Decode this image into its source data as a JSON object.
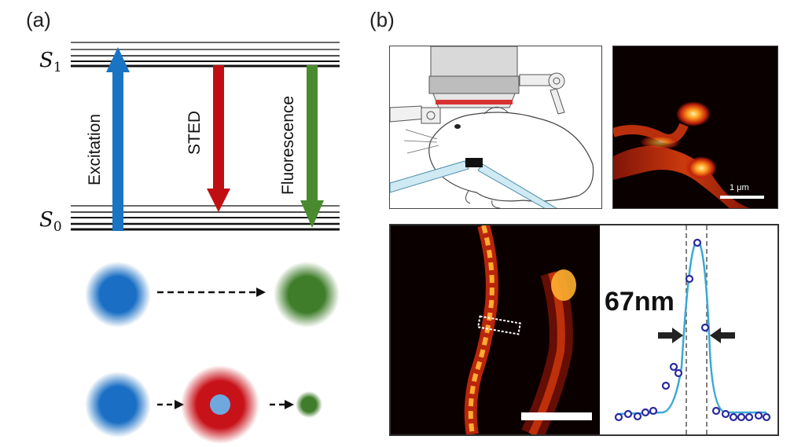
{
  "panels": {
    "a_label": "(a)",
    "b_label": "(b)"
  },
  "energy_levels": {
    "s1_symbol": "S",
    "s1_subscript": "1",
    "s0_symbol": "S",
    "s0_subscript": "0"
  },
  "transitions": [
    {
      "name": "excitation",
      "label": "Excitation",
      "color": "#1a74c4",
      "direction": "up"
    },
    {
      "name": "sted",
      "label": "STED",
      "color": "#c00f12",
      "direction": "down"
    },
    {
      "name": "fluorescence",
      "label": "Fluorescence",
      "color": "#4a8a2e",
      "direction": "down"
    }
  ],
  "spots": {
    "blue": "#1a6fc4",
    "green": "#3f7d2a",
    "red": "#c8121a",
    "light_blue": "#6fa8dc"
  },
  "micrograph_top": {
    "scale_label": "1 μm"
  },
  "profile": {
    "fwhm_label": "67nm",
    "line_color": "#3aa9d4",
    "marker_color": "#2a2aa0"
  }
}
